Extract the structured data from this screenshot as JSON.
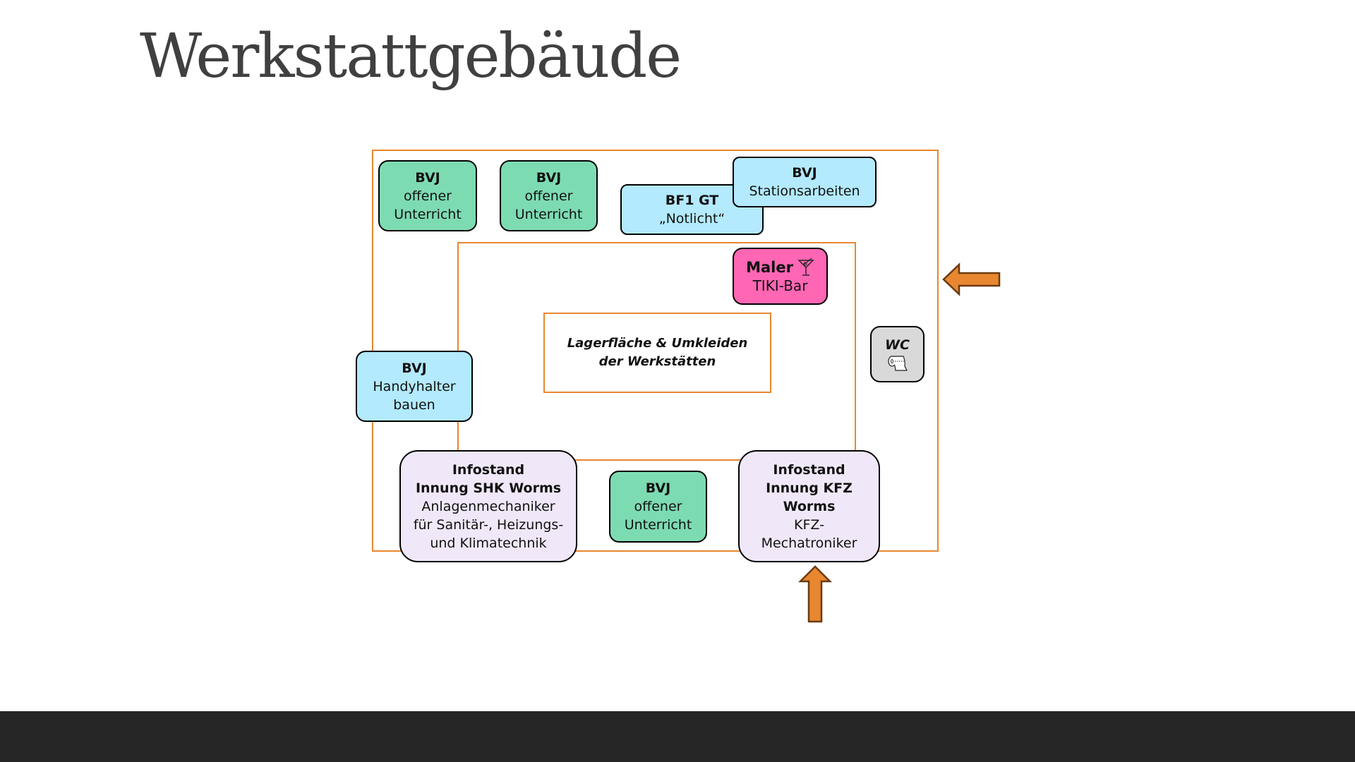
{
  "title": "Werkstattgebäude",
  "storage": {
    "line1": "Lagerfläche & Umkleiden",
    "line2": "der Werkstätten"
  },
  "boxes": {
    "bvj1": {
      "bold": "BVJ",
      "lines": [
        "offener",
        "Unterricht"
      ]
    },
    "bvj2": {
      "bold": "BVJ",
      "lines": [
        "offener",
        "Unterricht"
      ]
    },
    "bf1": {
      "bold": "BF1 GT",
      "lines": [
        "„Notlicht“"
      ]
    },
    "station": {
      "bold": "BVJ",
      "lines": [
        "Stationsarbeiten"
      ]
    },
    "maler": {
      "bold": "Maler",
      "lines": [
        "TIKI-Bar"
      ],
      "icon": "cocktail-glass-icon"
    },
    "wc": {
      "bold": "WC",
      "icon": "toilet-paper-icon"
    },
    "handy": {
      "bold": "BVJ",
      "lines": [
        "Handyhalter",
        "bauen"
      ]
    },
    "shk": {
      "bold": [
        "Infostand",
        "Innung SHK Worms"
      ],
      "lines": [
        "Anlagenmechaniker",
        "für Sanitär-, Heizungs-",
        "und Klimatechnik"
      ]
    },
    "bvj3": {
      "bold": "BVJ",
      "lines": [
        "offener",
        "Unterricht"
      ]
    },
    "kfz": {
      "bold": [
        "Infostand",
        "Innung KFZ",
        "Worms"
      ],
      "lines": [
        "KFZ-",
        "Mechatroniker"
      ]
    }
  },
  "colors": {
    "accent": "#e8872f",
    "arrow": "#e8872f",
    "green": "#7ddbb2",
    "blue": "#b3eafd",
    "pink": "#ff66b4",
    "lilac": "#f0e8f8",
    "footer": "#262626"
  }
}
